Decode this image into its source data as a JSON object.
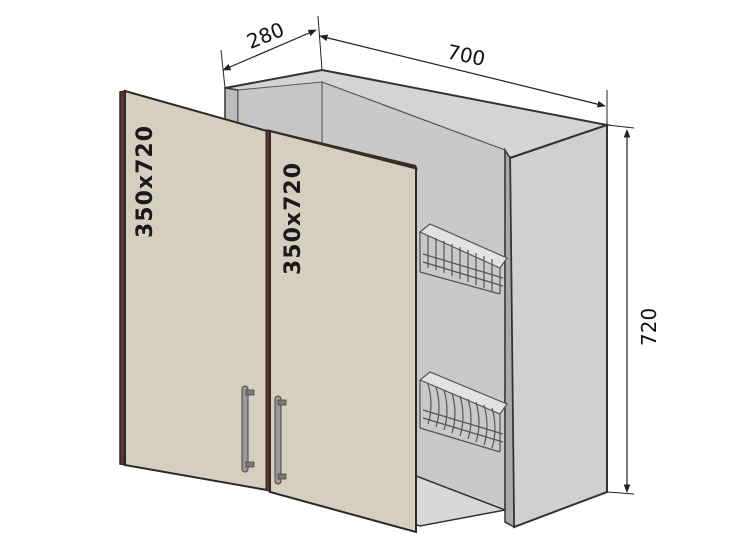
{
  "dimensions": {
    "depth": "280",
    "width": "700",
    "height": "720"
  },
  "doors": [
    {
      "label": "350x720"
    },
    {
      "label": "350x720"
    }
  ],
  "colors": {
    "body": "#d0d0d2",
    "door": "#d6cfbf",
    "outline": "#2a2a2a",
    "door_edge": "#6b2f2a"
  }
}
